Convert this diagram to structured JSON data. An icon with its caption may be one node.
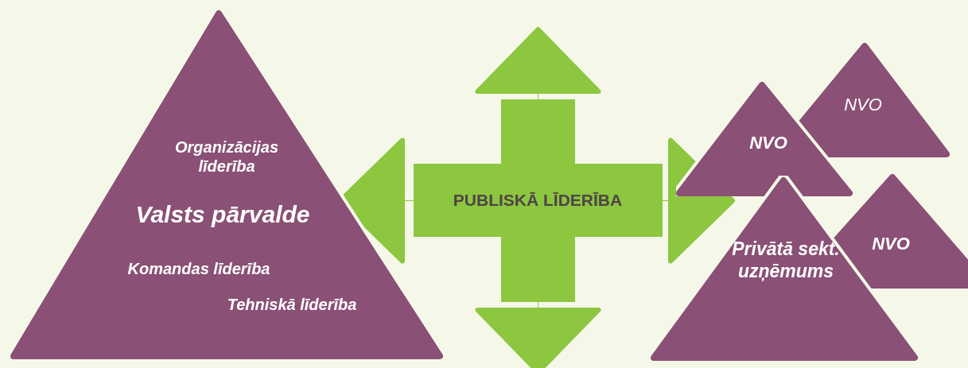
{
  "diagram": {
    "nodes": [
      {
        "text": [
          "Organizācijas līderība",
          "Valsts pārvalde",
          "Komandas līderība",
          "Tehniskā līderība"
        ]
      },
      {
        "text": [
          "PUBLISKĀ LĪDERĪBA"
        ]
      },
      {
        "text": [
          "NVO"
        ]
      },
      {
        "text": [
          "NVO"
        ]
      },
      {
        "text": [
          "NVO"
        ]
      },
      {
        "text": [
          "Privātā sekt. uzņēmums"
        ]
      }
    ],
    "edges": [
      {
        "from": 1,
        "to": 0,
        "arrow": "to"
      },
      {
        "from": 1,
        "to": 3,
        "arrow": "to"
      },
      {
        "from": 1,
        "to": null,
        "arrow": "to"
      },
      {
        "from": 1,
        "to": null,
        "arrow": "to"
      }
    ]
  }
}
